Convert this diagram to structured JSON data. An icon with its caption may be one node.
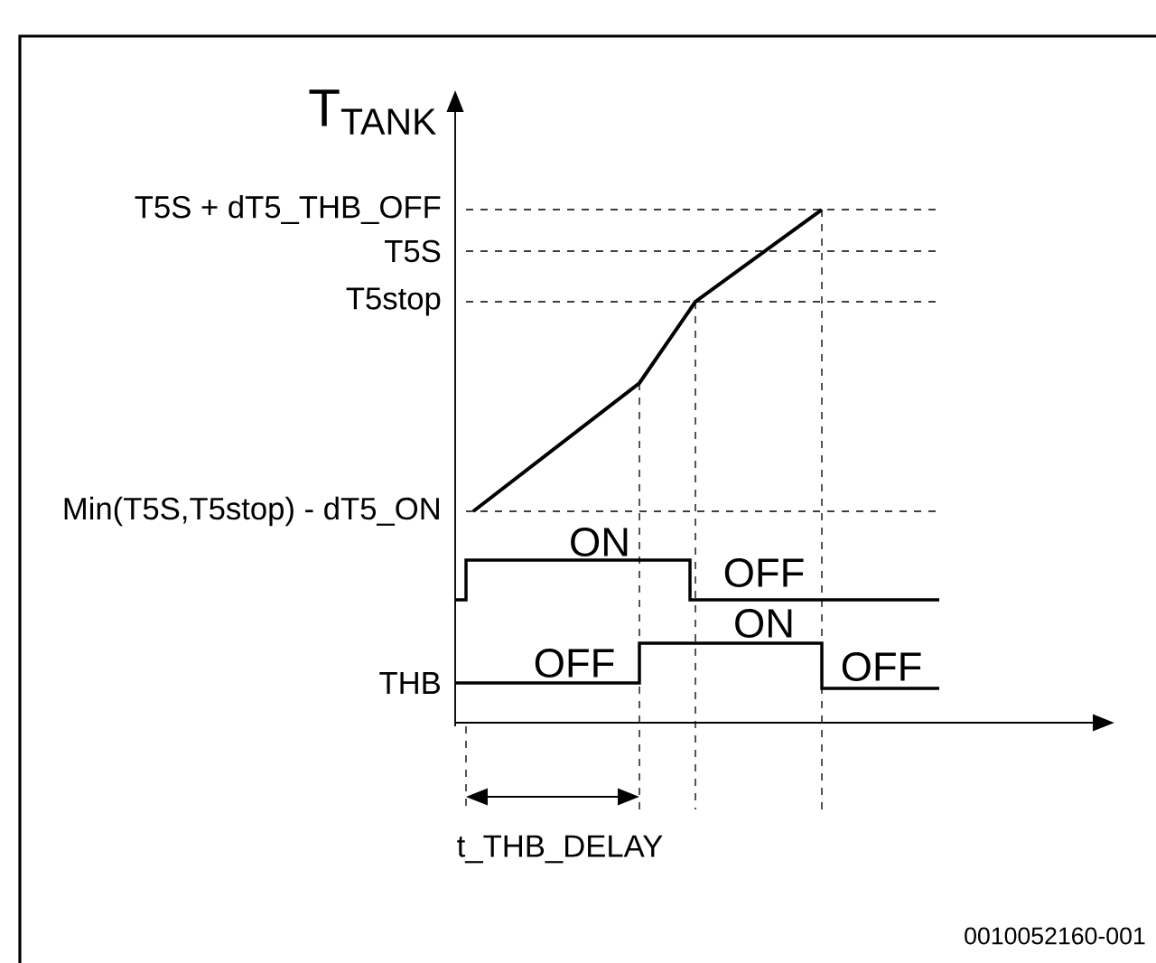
{
  "diagram": {
    "labels": [
      "T$_{TANK}$",
      "T5S + dT5_THB_OFF",
      "T5S",
      "T5stop",
      "Min(T5S,T5stop) - dT5_ON",
      "ON",
      "OFF",
      "ON",
      "OFF",
      "THB",
      "OFF",
      "t_THB_DELAY",
      "0010052160-001"
    ]
  }
}
